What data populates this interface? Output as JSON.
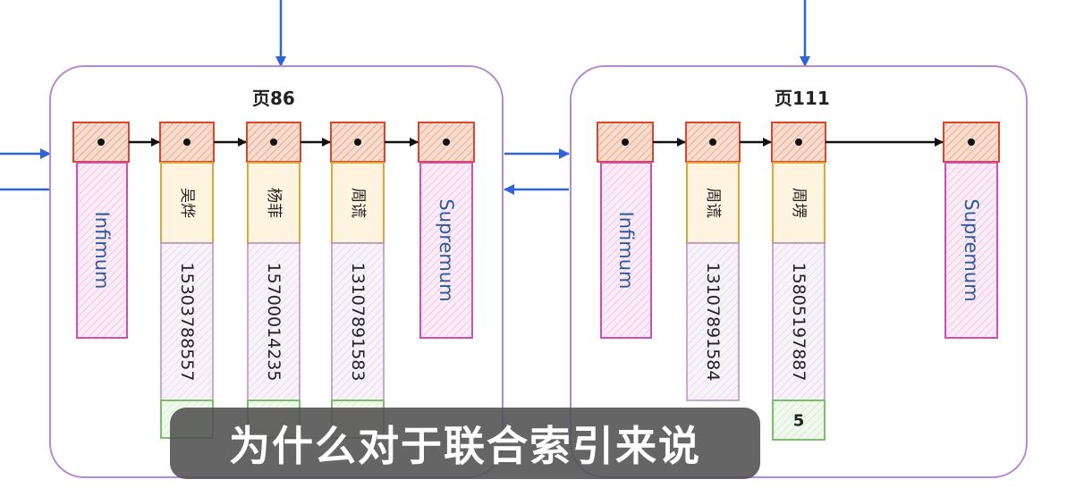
{
  "pages": [
    {
      "title": "页86",
      "infimum": "Infimum",
      "supremum": "Supremum",
      "records": [
        {
          "name": "吴烨",
          "phone": "15303788557"
        },
        {
          "name": "杨菲",
          "phone": "15700014235"
        },
        {
          "name": "周谎",
          "phone": "13107891583"
        }
      ]
    },
    {
      "title": "页111",
      "infimum": "Infimum",
      "supremum": "Supremum",
      "records": [
        {
          "name": "周谎",
          "phone": "13107891584"
        },
        {
          "name": "周塄",
          "phone": "15805197887",
          "id": "5"
        }
      ]
    }
  ],
  "caption": "为什么对于联合索引来说",
  "colors": {
    "page_border": "#b48ad8",
    "arrow_blue": "#2f63d9",
    "header_fill": "#f6d9c8",
    "header_border": "#d9482b",
    "name_border": "#e0a63a",
    "name_fill": "#fff4df",
    "phone_border": "#b78fc9",
    "phone_fill": "#f5eef7",
    "id_border": "#7cbf6a",
    "id_fill": "#eef8ea",
    "boundary_border": "#cf4fb8",
    "boundary_fill": "#fae6f5",
    "boundary_text": "#2b5b9c"
  }
}
